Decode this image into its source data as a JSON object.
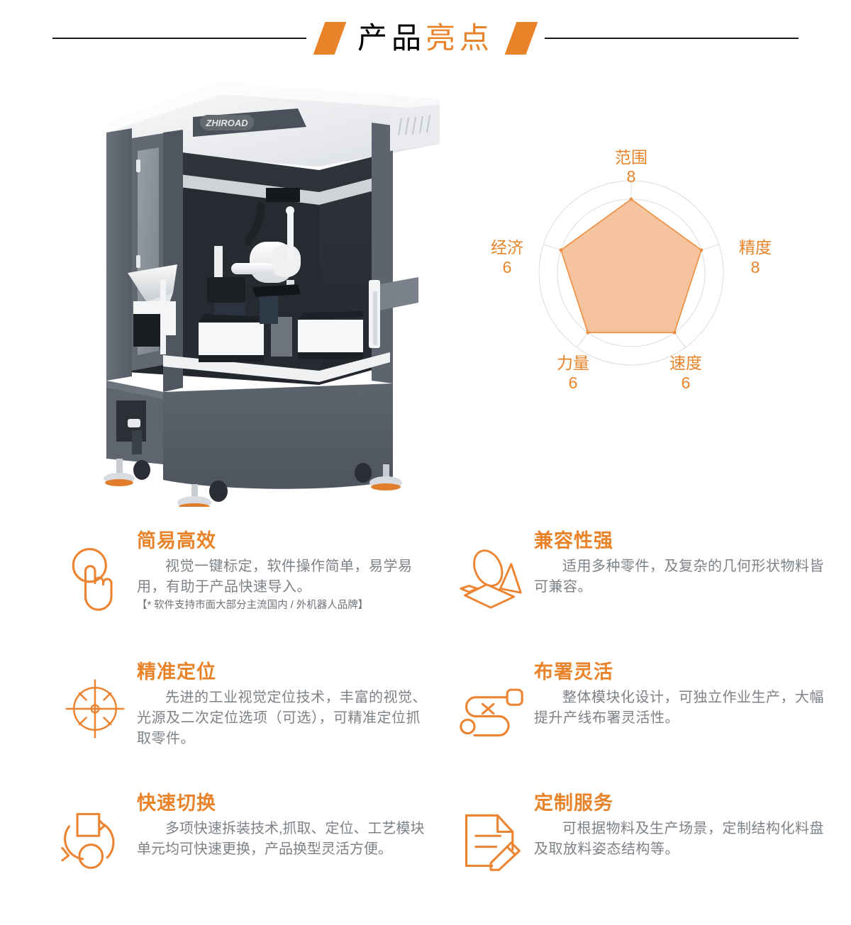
{
  "header": {
    "title_dark": "产品",
    "title_orange": "亮点",
    "left_rule": "rule",
    "right_rule": "rule"
  },
  "hero": {
    "product": {
      "brand_label": "ZHIROAD",
      "alt": "智能柔性上料工作站整机"
    },
    "chart_data": {
      "type": "radar",
      "title": "",
      "categories": [
        "范围",
        "精度",
        "速度",
        "力量",
        "经济"
      ],
      "values": [
        8,
        8,
        6,
        6,
        6
      ],
      "value_labels": [
        "8",
        "8",
        "6",
        "6",
        "6"
      ],
      "rmax": 10,
      "rings": 5,
      "grid": "circular",
      "legend": "none",
      "fill_color": "#f5c09a",
      "line_color": "#ec8e3f",
      "grid_color": "#d8d8d8",
      "label_color": "#e8832a"
    }
  },
  "features": [
    {
      "icon": "tap-hand-icon",
      "title": "简易高效",
      "desc": "视觉一键标定，软件操作简单，易学易用，有助于产品快速导入。",
      "note": "【* 软件支持市面大部分主流国内 / 外机器人品牌】"
    },
    {
      "icon": "geometric-shapes-icon",
      "title": "兼容性强",
      "desc": "适用多种零件，及复杂的几何形状物料皆可兼容。",
      "note": ""
    },
    {
      "icon": "crosshair-target-icon",
      "title": "精准定位",
      "desc": "先进的工业视觉定位技术，丰富的视觉、光源及二次定位选项（可选），可精准定位抓取零件。",
      "note": ""
    },
    {
      "icon": "flow-path-icon",
      "title": "布署灵活",
      "desc": "整体模块化设计，可独立作业生产，大幅提升产线布署灵活性。",
      "note": ""
    },
    {
      "icon": "swap-cycle-icon",
      "title": "快速切换",
      "desc": "多项快速拆装技术,抓取、定位、工艺模块单元均可快速更换，产品换型灵活方便。",
      "note": ""
    },
    {
      "icon": "document-pencil-icon",
      "title": "定制服务",
      "desc": "可根据物料及生产场景，定制结构化料盘及取放料姿态结构等。",
      "note": ""
    }
  ],
  "colors": {
    "accent": "#e8832a",
    "text_dark": "#1a1a1a",
    "text_body": "#7d8287",
    "machine_body": "#555c66",
    "machine_top": "#eceef0"
  }
}
